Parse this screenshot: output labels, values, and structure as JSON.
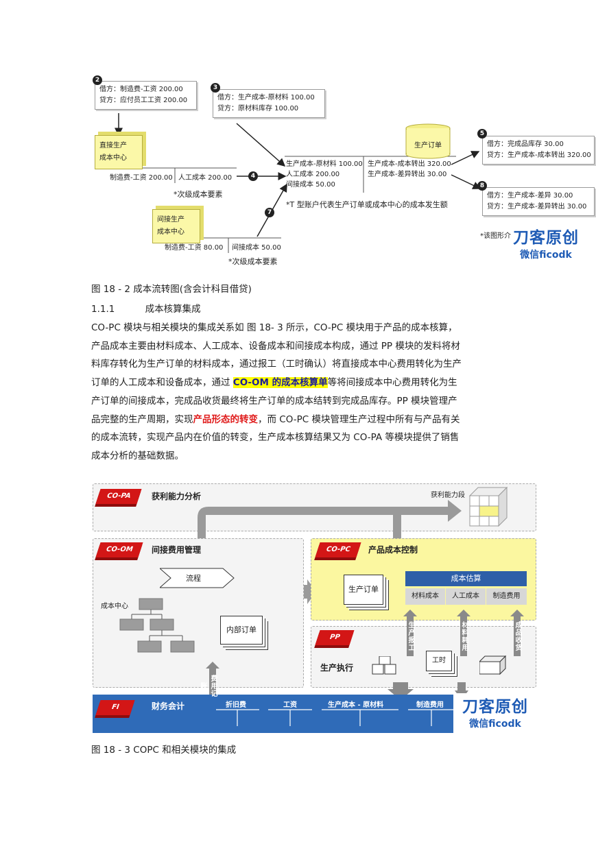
{
  "figure1": {
    "box2": {
      "num": "2",
      "debit": "借方：制造费-工资  200.00",
      "credit": "贷方：应付员工工资  200.00"
    },
    "box3": {
      "num": "3",
      "debit": "借方：生产成本-原材料  100.00",
      "credit": "贷方：原材料库存  100.00"
    },
    "box5": {
      "num": "5",
      "debit": "借方：完成品库存  30.00",
      "credit": "贷方：生产成本-成本转出  320.00"
    },
    "box8": {
      "num": "8",
      "debit": "借方：生产成本-差异  30.00",
      "credit": "贷方：生产成本-差异转出  30.00"
    },
    "direct_center": {
      "line1": "直接生产",
      "line2": "成本中心"
    },
    "indirect_center": {
      "line1": "间接生产",
      "line2": "成本中心"
    },
    "order": "生产订单",
    "t_direct": {
      "left": "制造费-工资  200.00",
      "right": "人工成本  200.00",
      "note": "*次级成本要素"
    },
    "t_indirect": {
      "left": "制造费-工资  80.00",
      "right": "间接成本  50.00",
      "note": "*次级成本要素"
    },
    "t_order": {
      "left": [
        "生产成本-原材料  100.00",
        "人工成本   200.00",
        "间接成本   50.00"
      ],
      "right": [
        "生产成本-成本转出  320.00",
        "生产成本-差异转出  30.00"
      ],
      "note": "*T 型账户代表生产订单或成本中心的成本发生额"
    },
    "step4": "4",
    "step7": "7",
    "shape_note": "*该图形介",
    "watermark": {
      "title": "刀客原创",
      "sub": "微信ficodk"
    }
  },
  "caption1": "图  18 -  2  成本流转图(含会计科目借贷)",
  "heading": {
    "num": "1.1.1",
    "title": "成本核算集成"
  },
  "paragraph": {
    "p1": "CO-PC 模块与相关模块的集成关系如  图  18- 3  所示，CO-PC 模块用于产品的成本核算，",
    "p2": "产品成本主要由材料成本、人工成本、设备成本和间接成本构成，通过 PP 模块的发料将材",
    "p3": "料库存转化为生产订单的材料成本，通过报工（工时确认）将直接成本中心费用转化为生产",
    "p4a": "订单的人工成本和设备成本，通过 ",
    "p4hl": "CO-OM 的成本核算单",
    "p4b": "等将间接成本中心费用转化为生",
    "p5": "产订单的间接成本，完成品收货最终将生产订单的成本结转到完成品库存。PP 模块管理产",
    "p6a": "品完整的生产周期，实现",
    "p6red": "产品形态的转变",
    "p6b": "，而 CO-PC 模块管理生产过程中所有与产品有关",
    "p7": "的成本流转，实现产品内在价值的转变，生产成本核算结果又为 CO-PA 等模块提供了销售",
    "p8": "成本分析的基础数据。"
  },
  "figure2": {
    "copa": {
      "tag": "CO-PA",
      "title": "获利能力分析",
      "cube_label": "获利能力段"
    },
    "coom": {
      "tag": "CO-OM",
      "title": "间接费用管理",
      "process": "流程",
      "cost_center": "成本中心",
      "internal_order": "内部订单"
    },
    "copc": {
      "tag": "CO-PC",
      "title": "产品成本控制",
      "order": "生产订单",
      "estimate": "成本估算",
      "cols": [
        "材料成本",
        "人工成本",
        "制造费用"
      ]
    },
    "pp": {
      "tag": "PP",
      "title": "生产执行",
      "hours": "工时",
      "arrows": [
        "生产报工",
        "材料耗用",
        "成品收货"
      ]
    },
    "fi": {
      "tag": "FI",
      "title": "财务会计",
      "items": [
        "折旧费",
        "工资",
        "生产成本 - 原材料",
        "制造费用"
      ],
      "up": "费用记账"
    },
    "watermark": {
      "title": "刀客原创",
      "sub": "微信ficodk"
    }
  },
  "caption2": "图  18 -  3 COPC 和相关模块的集成"
}
